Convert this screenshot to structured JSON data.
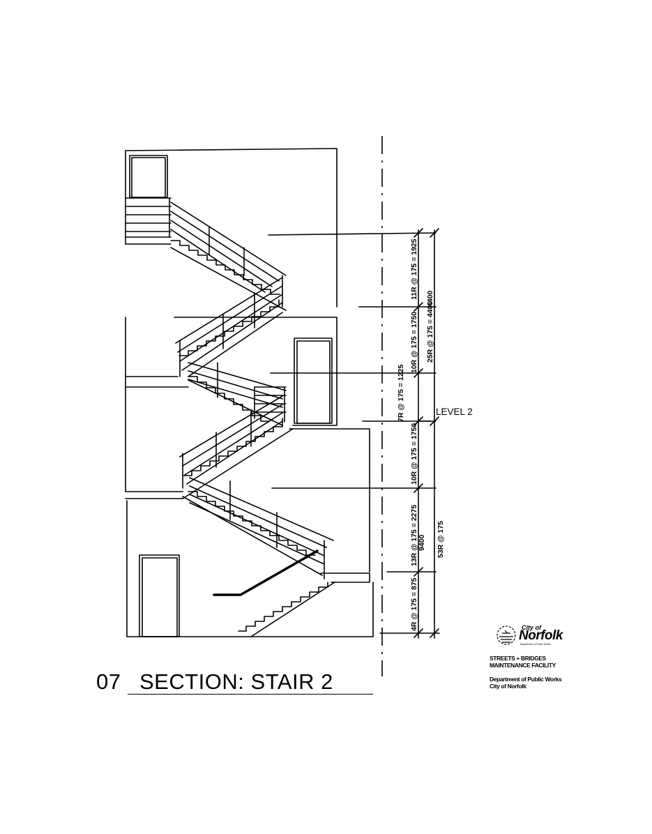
{
  "drawing": {
    "title_number": "07",
    "title": "SECTION: STAIR 2",
    "level_label": "LEVEL 2"
  },
  "dimensions": {
    "upper_flight": "11R @ 175 = 1925",
    "upper_total": "4400",
    "upper_mid_flight": "10R @ 175 = 1750",
    "upper_run_total": "25R @ 175 = 4400",
    "landing_flight": "7R @ 175 = 1225",
    "lower_mid_flight": "10R @ 175 = 1750",
    "lower_flight": "13R @ 175 = 2275",
    "lower_total": "9400",
    "lower_run_total": "53R @ 175",
    "bottom_flight": "4R @ 175 = 875"
  },
  "logo": {
    "city_of": "City of",
    "name": "Norfolk",
    "tagline": "Department of Public Works"
  },
  "project": {
    "line1": "STREETS + BRIDGES",
    "line2": "MAINTENANCE FACILITY",
    "line3": "Department of Public Works",
    "line4": "City of Norfolk"
  }
}
